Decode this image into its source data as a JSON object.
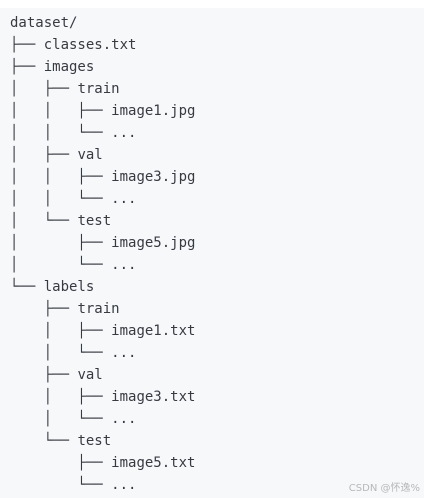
{
  "tree": {
    "lines": [
      {
        "prefix": "",
        "name": "dataset/"
      },
      {
        "prefix": "├── ",
        "name": "classes.txt"
      },
      {
        "prefix": "├── ",
        "name": "images"
      },
      {
        "prefix": "│   ├── ",
        "name": "train"
      },
      {
        "prefix": "│   │   ├── ",
        "name": "image1.jpg"
      },
      {
        "prefix": "│   │   └── ",
        "name": "..."
      },
      {
        "prefix": "│   ├── ",
        "name": "val"
      },
      {
        "prefix": "│   │   ├── ",
        "name": "image3.jpg"
      },
      {
        "prefix": "│   │   └── ",
        "name": "..."
      },
      {
        "prefix": "│   └── ",
        "name": "test"
      },
      {
        "prefix": "│       ├── ",
        "name": "image5.jpg"
      },
      {
        "prefix": "│       └── ",
        "name": "..."
      },
      {
        "prefix": "└── ",
        "name": "labels"
      },
      {
        "prefix": "    ├── ",
        "name": "train"
      },
      {
        "prefix": "    │   ├── ",
        "name": "image1.txt"
      },
      {
        "prefix": "    │   └── ",
        "name": "..."
      },
      {
        "prefix": "    ├── ",
        "name": "val"
      },
      {
        "prefix": "    │   ├── ",
        "name": "image3.txt"
      },
      {
        "prefix": "    │   └── ",
        "name": "..."
      },
      {
        "prefix": "    └── ",
        "name": "test"
      },
      {
        "prefix": "        ├── ",
        "name": "image5.txt"
      },
      {
        "prefix": "        └── ",
        "name": "..."
      }
    ]
  },
  "watermark": {
    "text": "CSDN @怀逸%"
  },
  "colors": {
    "background": "#f6f8fa",
    "text": "#383a42"
  }
}
